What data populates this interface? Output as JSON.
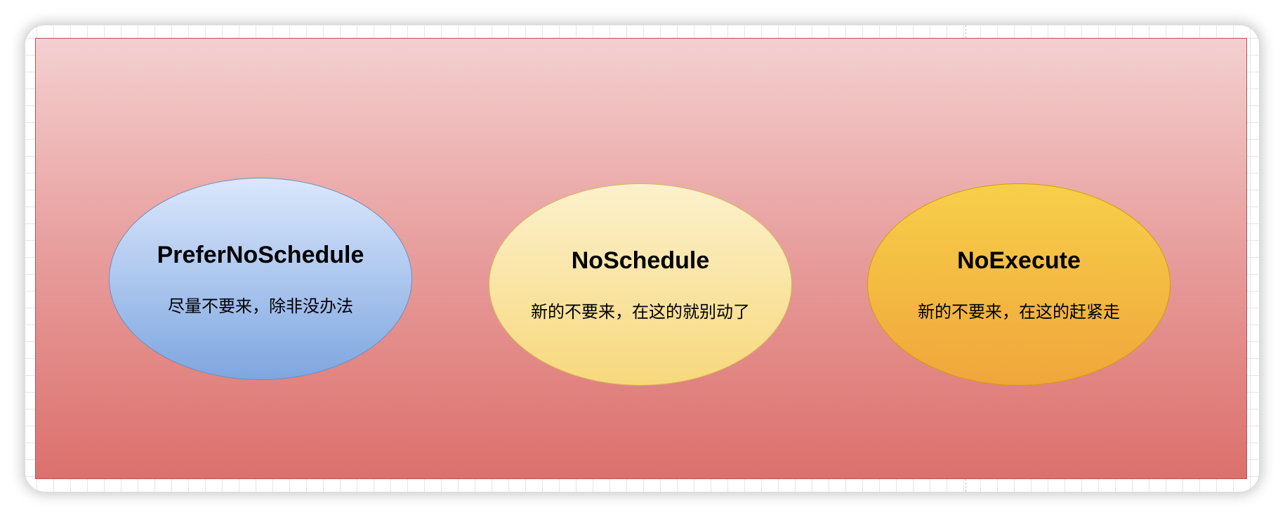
{
  "diagram": {
    "nodes": [
      {
        "id": "prefer-no-schedule",
        "title": "PreferNoSchedule",
        "description": "尽量不要来，除非没办法",
        "fill_top": "#dbe7fc",
        "fill_bottom": "#7ea6e0",
        "stroke": "#6c8ebf"
      },
      {
        "id": "no-schedule",
        "title": "NoSchedule",
        "description": "新的不要来，在这的就别动了",
        "fill_top": "#fcf1cd",
        "fill_bottom": "#f7d87c",
        "stroke": "#d6b656"
      },
      {
        "id": "no-execute",
        "title": "NoExecute",
        "description": "新的不要来，在这的赶紧走",
        "fill_top": "#f7cf4a",
        "fill_bottom": "#f0a63b",
        "stroke": "#d79b00"
      }
    ],
    "container": {
      "fill_top": "#f4d0d0",
      "fill_bottom": "#dc706c",
      "stroke": "#b85450"
    }
  }
}
